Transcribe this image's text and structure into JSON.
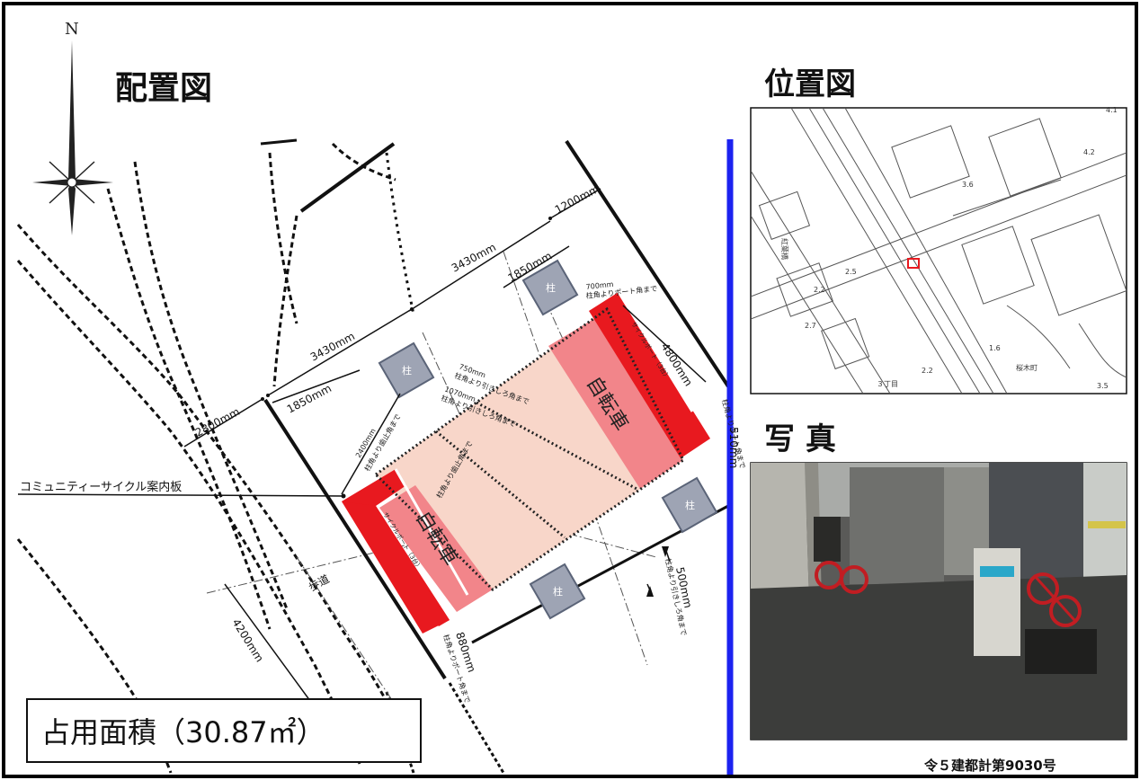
{
  "titles": {
    "layout": "配置図",
    "location": "位置図",
    "photo": "写 真"
  },
  "compass": {
    "north": "N"
  },
  "dimensions": {
    "d1200": "1200mm",
    "d3430_top": "3430mm",
    "d1850_top": "1850mm",
    "d700": "700mm",
    "d700_note": "柱角よりポート角まで",
    "d3430_left": "3430mm",
    "d1850_left": "1850mm",
    "d2800": "2800mm",
    "d4800": "4800mm",
    "d750": "750mm",
    "d750_note": "柱角より引きしろ角まで",
    "d1070": "1070mm",
    "d1070_note": "柱角より引きしろ角まで",
    "d2400": "2400mm",
    "d2400_note": "柱角より歯止角まで",
    "d2400_sub": "柱角より歯止角まで",
    "d510": "510mm",
    "d510_note": "柱角よりポート角まで",
    "d500": "500mm",
    "d500_note": "柱角より引きしろ角まで",
    "d880": "880mm",
    "d880_note": "柱角よりポート角まで",
    "d4200": "4200mm"
  },
  "labels": {
    "board": "コミュニティーサイクル案内板",
    "sidewalk": "歩道",
    "bicycle_upper": "自転車",
    "bicycle_lower": "自転車",
    "port_upper": "サイクルポート（3台）",
    "port_lower": "サイクルポート（3台）",
    "pillar": "柱",
    "area": "占用面積（30.87㎡）",
    "permit": "令５建都計第9030号"
  },
  "map_labels": {
    "station": "桜木町",
    "district": "３丁目",
    "nums": [
      "3.6",
      "4.2",
      "2.5",
      "2.2",
      "2.7",
      "1.6",
      "2.2",
      "3.5",
      "4.1"
    ],
    "vertical": "紅葉橋"
  },
  "colors": {
    "port_red": "#e8191f",
    "bicycle_pink": "#f2858a",
    "pull_area": "#f8d6c9",
    "pillar_gray": "#9ea4b4",
    "pillar_border": "#5b6478",
    "boundary_blue": "#1c22f0"
  }
}
